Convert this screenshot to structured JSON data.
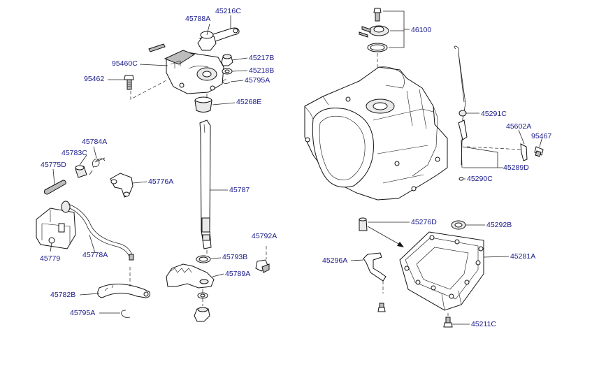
{
  "diagram": {
    "labels": [
      {
        "id": "45216C",
        "text": "45216C"
      },
      {
        "id": "45788A",
        "text": "45788A"
      },
      {
        "id": "45217B",
        "text": "45217B"
      },
      {
        "id": "95460C",
        "text": "95460C"
      },
      {
        "id": "45218B",
        "text": "45218B"
      },
      {
        "id": "95462",
        "text": "95462"
      },
      {
        "id": "45795A_top",
        "text": "45795A"
      },
      {
        "id": "45268E",
        "text": "45268E"
      },
      {
        "id": "45784A",
        "text": "45784A"
      },
      {
        "id": "45783C",
        "text": "45783C"
      },
      {
        "id": "45775D",
        "text": "45775D"
      },
      {
        "id": "45776A",
        "text": "45776A"
      },
      {
        "id": "45787",
        "text": "45787"
      },
      {
        "id": "45779",
        "text": "45779"
      },
      {
        "id": "45778A",
        "text": "45778A"
      },
      {
        "id": "45792A",
        "text": "45792A"
      },
      {
        "id": "45793B",
        "text": "45793B"
      },
      {
        "id": "45789A",
        "text": "45789A"
      },
      {
        "id": "45782B",
        "text": "45782B"
      },
      {
        "id": "45795A_bottom",
        "text": "45795A"
      },
      {
        "id": "46100",
        "text": "46100"
      },
      {
        "id": "45291C",
        "text": "45291C"
      },
      {
        "id": "45602A",
        "text": "45602A"
      },
      {
        "id": "95467",
        "text": "95467"
      },
      {
        "id": "45289D",
        "text": "45289D"
      },
      {
        "id": "45290C",
        "text": "45290C"
      },
      {
        "id": "45276D",
        "text": "45276D"
      },
      {
        "id": "45292B",
        "text": "45292B"
      },
      {
        "id": "45296A",
        "text": "45296A"
      },
      {
        "id": "45281A",
        "text": "45281A"
      },
      {
        "id": "45211C",
        "text": "45211C"
      }
    ]
  }
}
